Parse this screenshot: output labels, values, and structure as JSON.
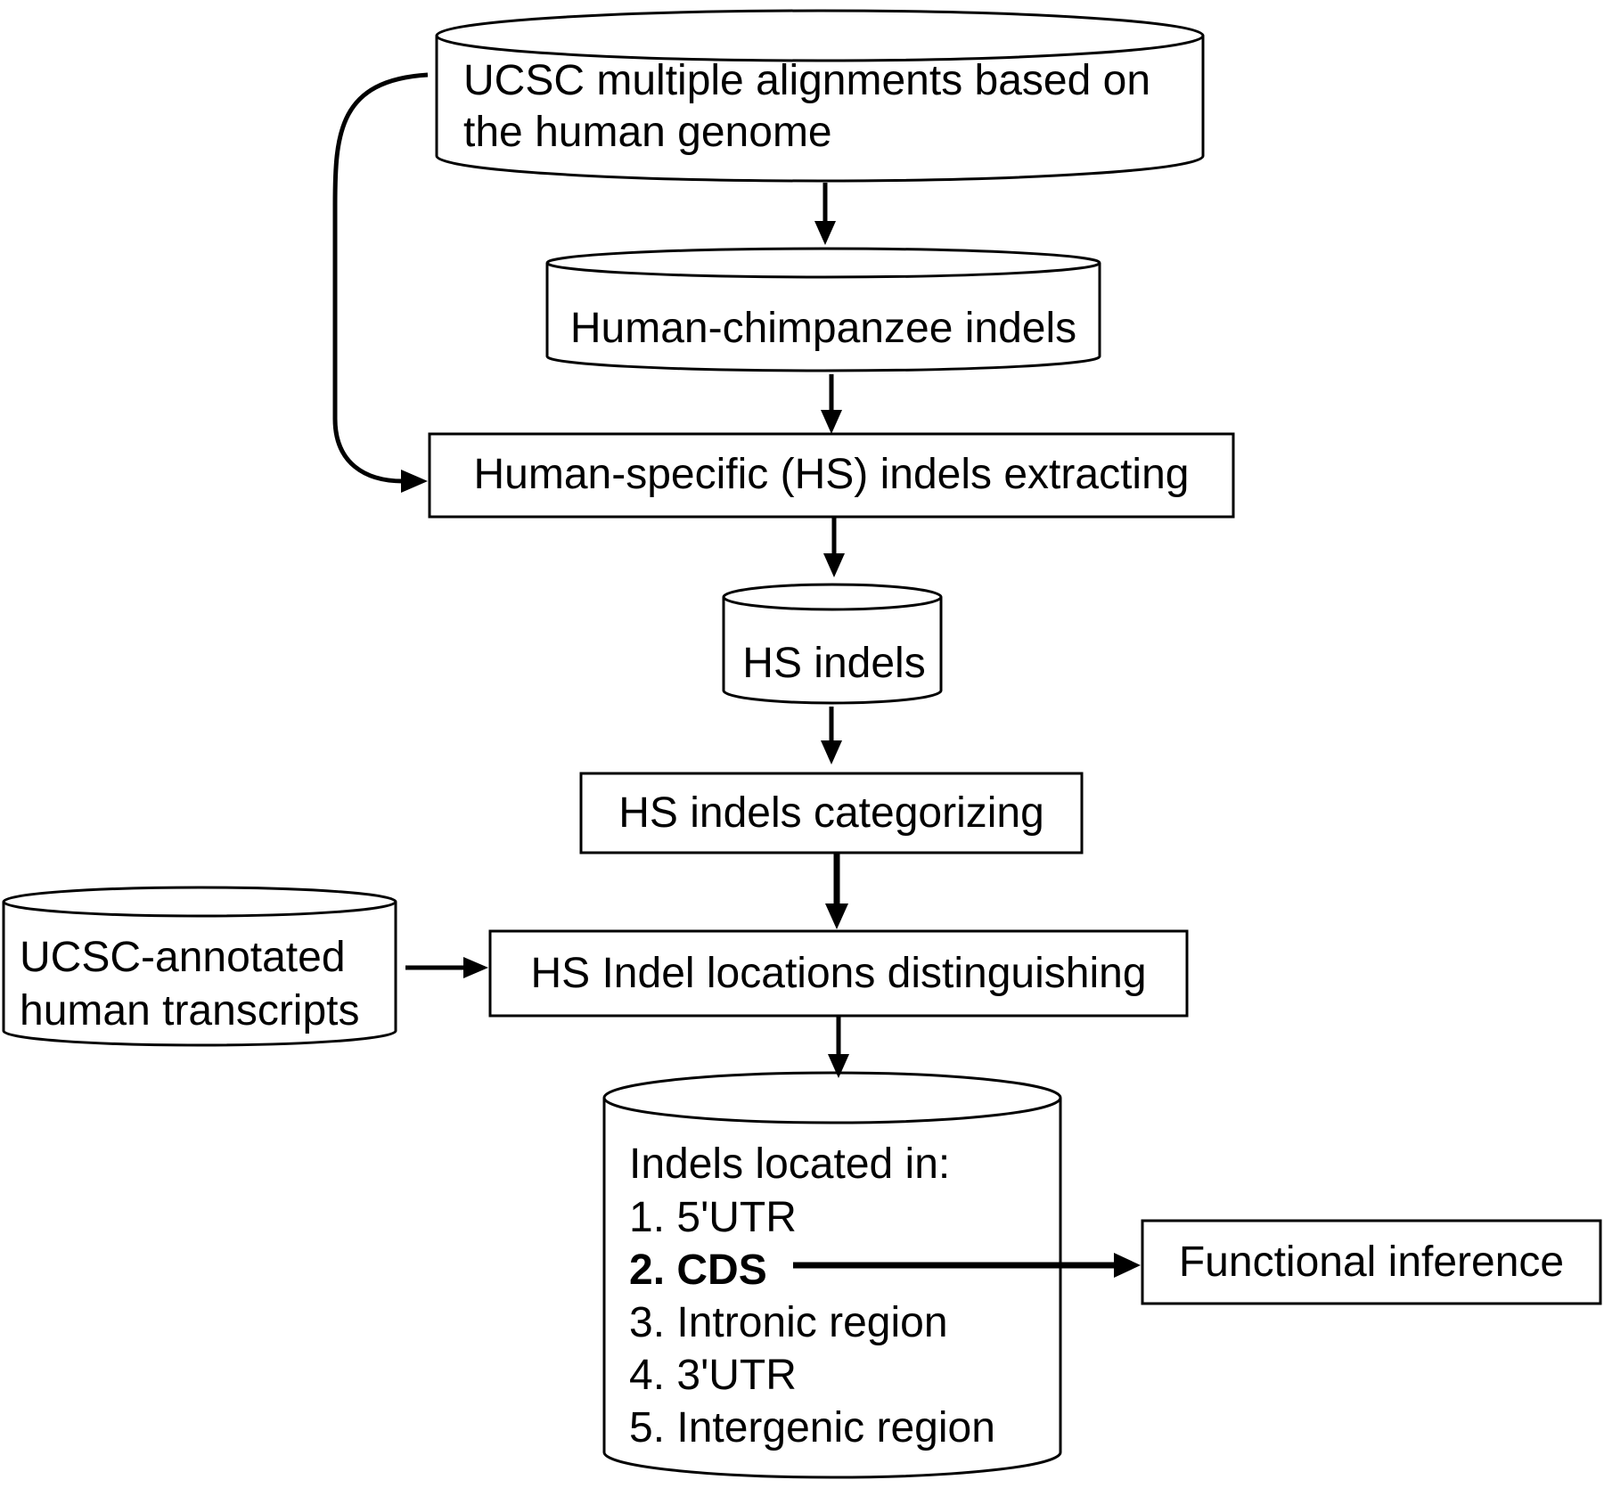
{
  "nodes": {
    "ucsc_alignments": {
      "line1": "UCSC multiple alignments based on",
      "line2": "the human genome"
    },
    "human_chimp_indels": {
      "label": "Human-chimpanzee indels"
    },
    "hs_extracting": {
      "label": "Human-specific (HS) indels extracting"
    },
    "hs_indels": {
      "label": "HS indels"
    },
    "hs_categorizing": {
      "label": "HS indels categorizing"
    },
    "ucsc_transcripts": {
      "line1": "UCSC-annotated",
      "line2": "human transcripts"
    },
    "hs_locations": {
      "label": "HS Indel locations distinguishing"
    },
    "indel_regions": {
      "heading": "Indels located in:",
      "items": [
        "1. 5'UTR",
        "2. CDS",
        "3. Intronic region",
        "4. 3'UTR",
        "5. Intergenic region"
      ],
      "highlighted_index": 1
    },
    "functional_inference": {
      "label": "Functional inference"
    }
  }
}
